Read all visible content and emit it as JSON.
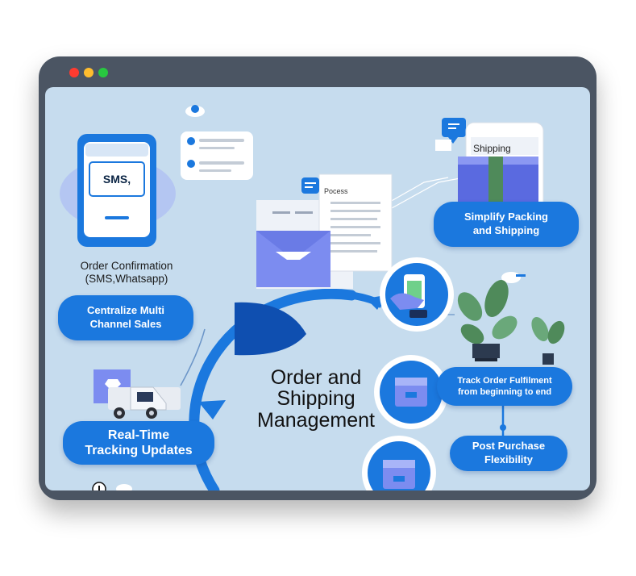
{
  "window": {
    "controls": [
      "close",
      "minimize",
      "maximize"
    ]
  },
  "title": {
    "line1": "Order  and",
    "line2": "Shipping",
    "line3": "Management"
  },
  "phone_left": {
    "screen_text": "SMS,"
  },
  "order_confirmation": {
    "line1": "Order Confirmation",
    "line2": "(SMS,Whatsapp)"
  },
  "pills": {
    "centralize": {
      "line1": "Centralize Multi",
      "line2": "Channel Sales"
    },
    "real_time": {
      "line1": "Real-Time",
      "line2": "Tracking Updates"
    },
    "simplify": {
      "line1": "Simplify Packing",
      "line2": "and Shipping"
    },
    "track": {
      "line1": "Track Order Fulfilment",
      "line2": "from beginning to end"
    },
    "post_purchase": {
      "line1": "Post Purchase",
      "line2": "Flexibility"
    }
  },
  "document": {
    "label": "Pocess"
  },
  "shipping_phone": {
    "label": "Shipping"
  },
  "colors": {
    "background": "#c6dcee",
    "frame": "#4b5563",
    "accent_blue": "#1b78de",
    "dark_blue": "#0f4fb0",
    "violet": "#7c8cf0",
    "close_dot": "#ff3b30",
    "minimize_dot": "#ffbd2e",
    "maximize_dot": "#28c840"
  },
  "icons": [
    "phone-sms-icon",
    "chat-card-icon",
    "cloud-icon",
    "document-icon",
    "envelope-icon",
    "shipping-box-icon",
    "truck-icon",
    "mobile-payment-icon",
    "package-icon",
    "plant-icon",
    "info-icon"
  ]
}
